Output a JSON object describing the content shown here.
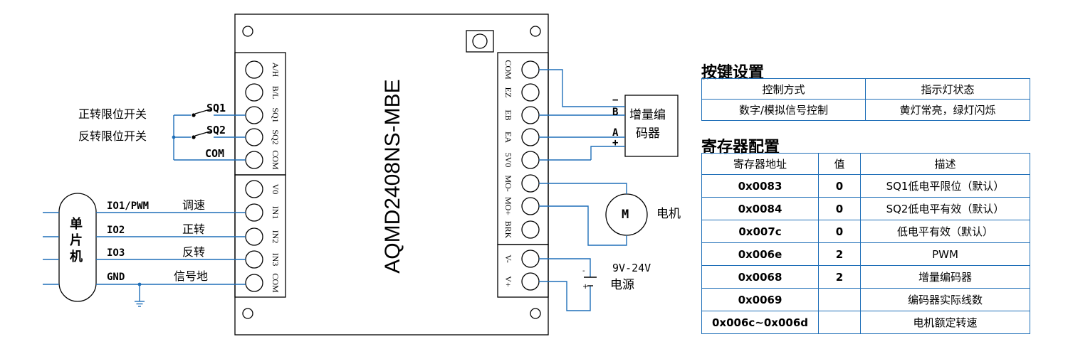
{
  "board": {
    "model": "AQMD2408NS-MBE",
    "left_terminals": [
      "A/H",
      "B/L",
      "SQ1",
      "SQ2",
      "COM",
      "V0",
      "IN1",
      "IN2",
      "IN3",
      "COM"
    ],
    "right_terminals": [
      "COM",
      "EZ",
      "EB",
      "EA",
      "5V0",
      "MO-",
      "MO+",
      "BRK",
      "V-",
      "V+"
    ]
  },
  "switches": {
    "forward_limit": "正转限位开关",
    "reverse_limit": "反转限位开关",
    "sq1": "SQ1",
    "sq2": "SQ2",
    "com": "COM"
  },
  "mcu": {
    "label_chars": [
      "单",
      "片",
      "机"
    ],
    "signals": [
      {
        "pin": "IO1/PWM",
        "function": "调速"
      },
      {
        "pin": "IO2",
        "function": "正转"
      },
      {
        "pin": "IO3",
        "function": "反转"
      },
      {
        "pin": "GND",
        "function": "信号地"
      }
    ]
  },
  "encoder": {
    "label_line1": "增量编",
    "label_line2": "码器",
    "pins": [
      "−",
      "B",
      "A",
      "+"
    ]
  },
  "motor": {
    "symbol": "M",
    "label": "电机"
  },
  "power": {
    "voltage": "9V-24V",
    "label": "电源"
  },
  "key_settings": {
    "title": "按键设置",
    "headers": [
      "控制方式",
      "指示灯状态"
    ],
    "row": [
      "数字/模拟信号控制",
      "黄灯常亮，绿灯闪烁"
    ]
  },
  "register_config": {
    "title": "寄存器配置",
    "headers": [
      "寄存器地址",
      "值",
      "描述"
    ],
    "rows": [
      [
        "0x0083",
        "0",
        "SQ1低电平限位（默认）"
      ],
      [
        "0x0084",
        "0",
        "SQ2低电平有效（默认）"
      ],
      [
        "0x007c",
        "0",
        "低电平有效（默认）"
      ],
      [
        "0x006e",
        "2",
        "PWM"
      ],
      [
        "0x0068",
        "2",
        "增量编码器"
      ],
      [
        "0x0069",
        "",
        "编码器实际线数"
      ],
      [
        "0x006c~0x006d",
        "",
        "电机额定转速"
      ]
    ]
  },
  "colors": {
    "wire": "#1f6fb8",
    "outline": "#000000"
  }
}
